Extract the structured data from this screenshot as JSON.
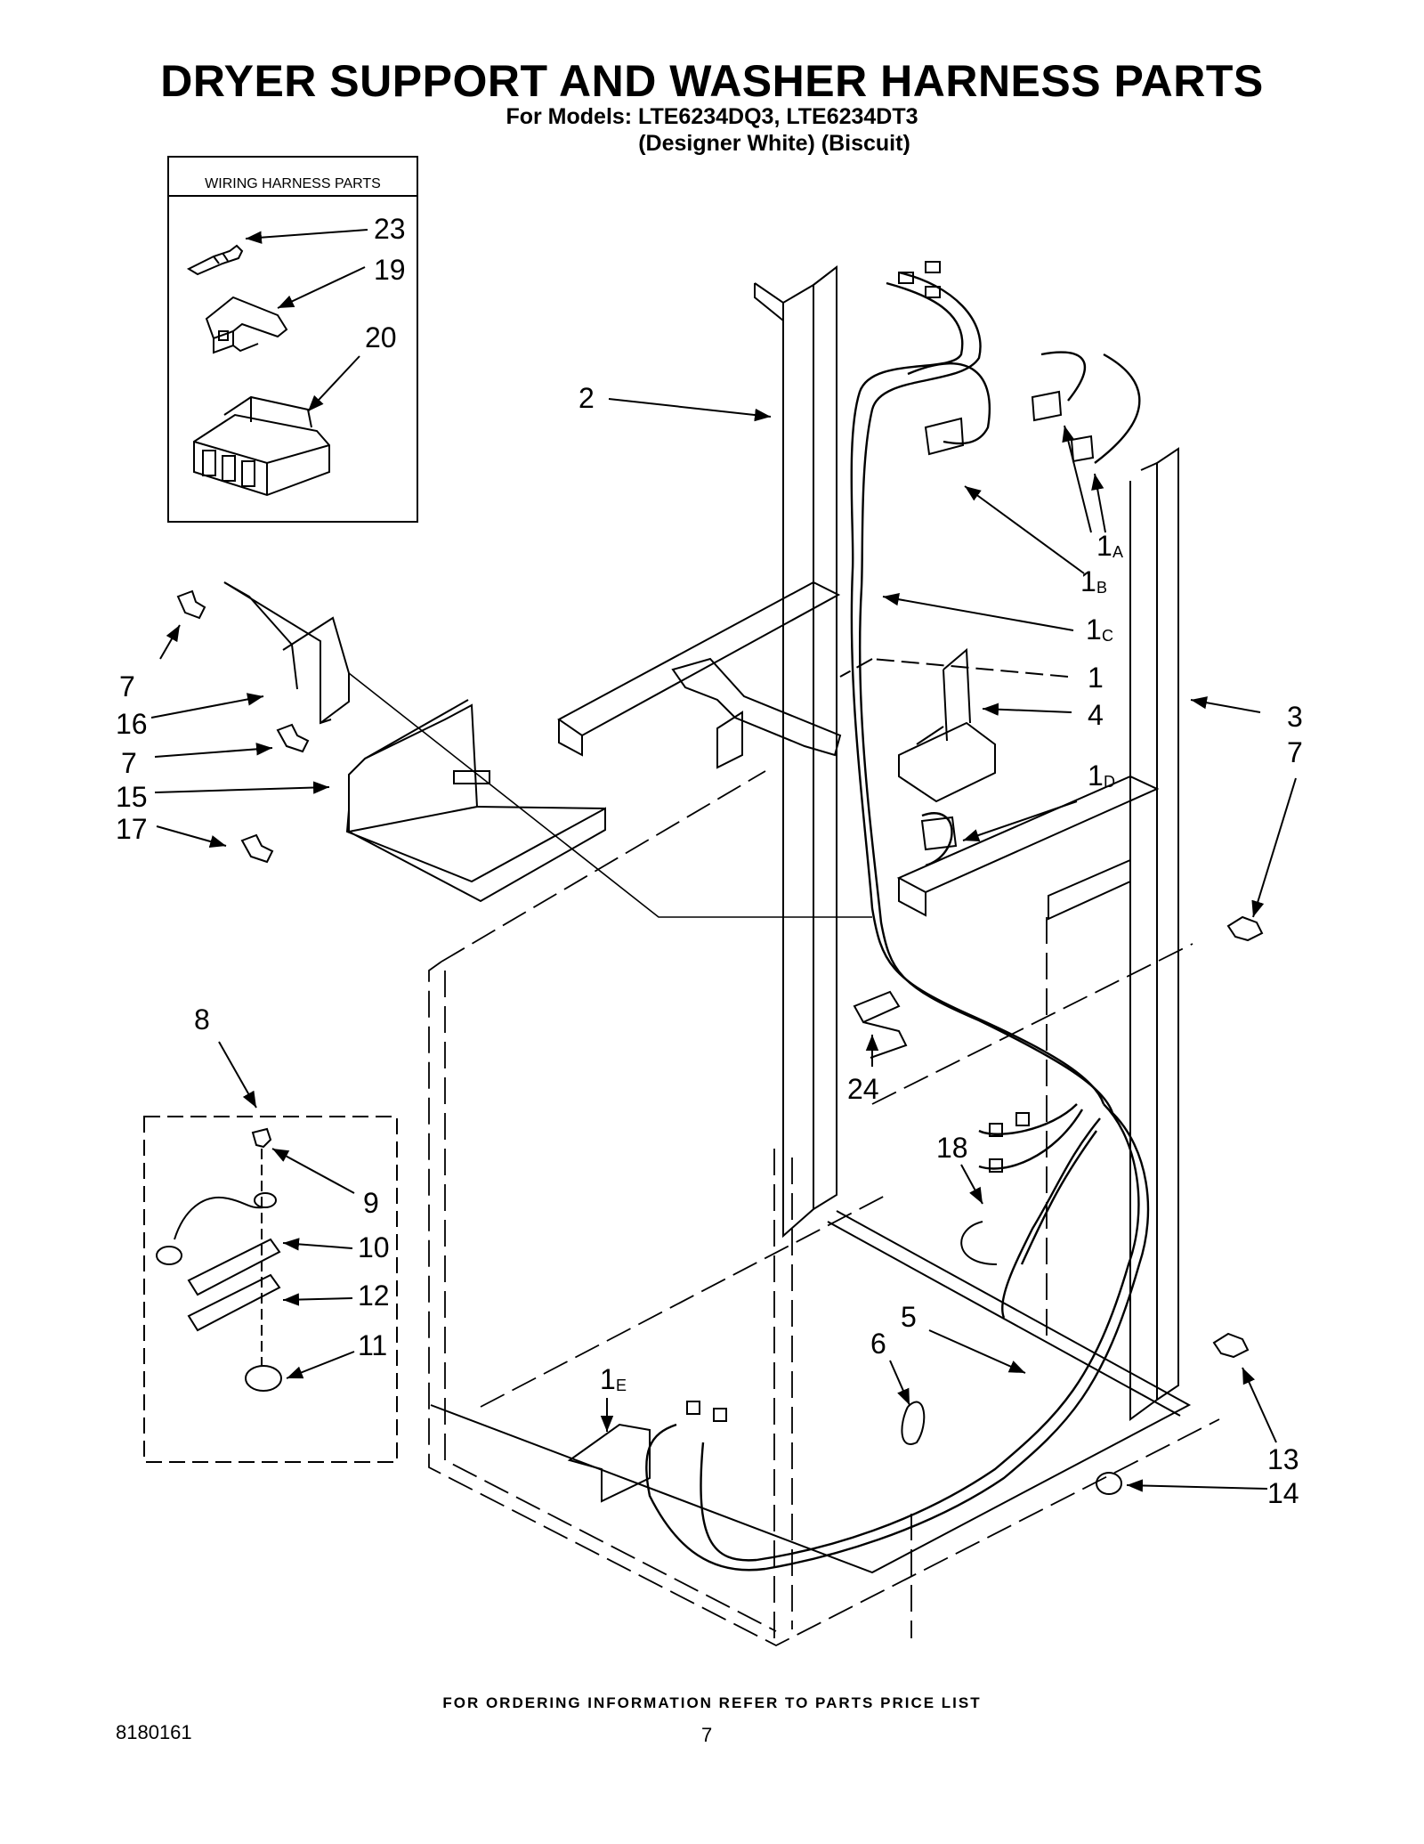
{
  "header": {
    "title": "DRYER SUPPORT AND WASHER HARNESS PARTS",
    "models_line": "For Models: LTE6234DQ3, LTE6234DT3",
    "colors_line": "(Designer White)  (Biscuit)"
  },
  "inset": {
    "title": "WIRING HARNESS PARTS",
    "callouts": [
      "23",
      "19",
      "20"
    ]
  },
  "callouts": {
    "c2": "2",
    "c1A": "1",
    "c1A_sub": "A",
    "c1B": "1",
    "c1B_sub": "B",
    "c1C": "1",
    "c1C_sub": "C",
    "c1": "1",
    "c4": "4",
    "c1D": "1",
    "c1D_sub": "D",
    "c3": "3",
    "c7a": "7",
    "c7b": "7",
    "c7c": "7",
    "c16": "16",
    "c15": "15",
    "c17": "17",
    "c8": "8",
    "c9": "9",
    "c10": "10",
    "c12": "12",
    "c11": "11",
    "c24": "24",
    "c18": "18",
    "c5": "5",
    "c6": "6",
    "c1E": "1",
    "c1E_sub": "E",
    "c13": "13",
    "c14": "14"
  },
  "footer": {
    "note": "FOR ORDERING INFORMATION REFER TO PARTS PRICE LIST",
    "doc_number": "8180161",
    "page_number": "7"
  },
  "style": {
    "ink": "#000000",
    "paper": "#ffffff"
  }
}
